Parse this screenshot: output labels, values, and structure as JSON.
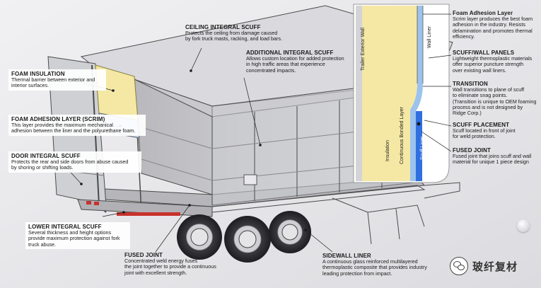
{
  "callouts": {
    "foam_insulation": {
      "title": "FOAM INSULATION",
      "desc": [
        "Thermal barrier between exterior and",
        "interior surfaces."
      ]
    },
    "foam_adhesion_scrim": {
      "title": "FOAM ADHESION LAYER (SCRIM)",
      "desc": [
        "This layer provides the maximum mechanical",
        "adhesion between the liner and the polyurethane foam."
      ]
    },
    "door_integral_scuff": {
      "title": "DOOR INTEGRAL SCUFF",
      "desc": [
        "Protects the rear and side doors from abuse caused",
        "by shoring or shifting loads."
      ]
    },
    "lower_integral_scuff": {
      "title": "LOWER INTEGRAL SCUFF",
      "desc": [
        "Several thickness and height options",
        "provide maximum protection against fork",
        "truck abuse."
      ]
    },
    "ceiling_integral_scuff": {
      "title": "CEILING INTEGRAL SCUFF",
      "desc": [
        "Protects the ceiling from damage caused",
        "by fork truck masts, racking, and load bars."
      ]
    },
    "additional_integral_scuff": {
      "title": "ADDITIONAL INTEGRAL SCUFF",
      "desc": [
        "Allows custom location for added protection",
        "in high traffic areas that experience",
        "concentrated impacts."
      ]
    },
    "fused_joint_bottom": {
      "title": "FUSED JOINT",
      "desc": [
        "Concentrated weld energy fuses",
        "the joint together to provide a continuous",
        "joint with excellent strength."
      ]
    },
    "sidewall_liner": {
      "title": "SIDEWALL LINER",
      "desc": [
        "A continuous glass reinforced multilayered",
        "thermoplastic composite that provides industry",
        "leading protection from impact."
      ]
    },
    "foam_adhesion_layer": {
      "title": "Foam Adhesion Layer",
      "desc": [
        "Scrim layer produces the best foam",
        "adhesion in the industry. Resists",
        "delamination and promotes thermal",
        "efficiency."
      ]
    },
    "scuff_wall_panels": {
      "title": "SCUFF/WALL PANELS",
      "desc": [
        "Lightweight thermoplastic materials",
        "offer superior puncture strength",
        "over existing wall liners."
      ]
    },
    "transition": {
      "title": "TRANSITION",
      "desc": [
        "Wall transitions to plane of scuff",
        "to eliminate snag points.",
        "(Transition is unique to OEM foaming",
        "process and is not designed by",
        "Ridge Corp.)"
      ]
    },
    "scuff_placement": {
      "title": "SCUFF PLACEMENT",
      "desc": [
        "Scuff located in front of joint",
        "for weld protection."
      ]
    },
    "fused_joint_right": {
      "title": "FUSED JOINT",
      "desc": [
        "Fused joint that joins scuff and wall",
        "material for unique 1 piece design"
      ]
    }
  },
  "cross_section_labels": {
    "trailer_exterior_wall": "Trailer Exterior Wall",
    "wall_liner": "Wall Liner",
    "insulation": "Insulation",
    "continuous_bonded_layer": "Continuous Bonded Layer",
    "scuff_liner": "Scuff Liner"
  },
  "watermark": {
    "text": "玻纤复材",
    "icon": "wechat-icon"
  },
  "colors": {
    "foam": "#f4e8a4",
    "scuff_blue": "#2f6fe0",
    "liner_blue": "#9cc3ee",
    "trailer_line": "#4a4a4a",
    "background": "#e9e9ec"
  }
}
